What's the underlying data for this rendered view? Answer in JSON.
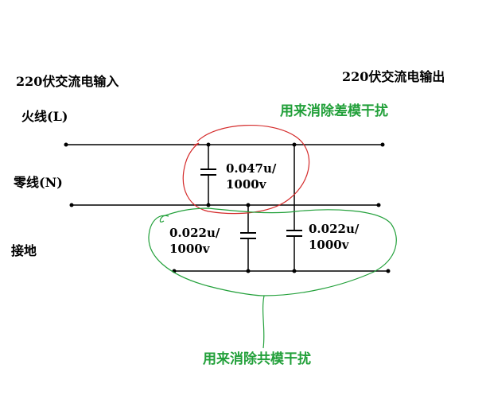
{
  "labels": {
    "ac_input": "220伏交流电输入",
    "ac_output": "220伏交流电输出",
    "live": "火线(L)",
    "neutral": "零线(N)",
    "ground": "接地",
    "diff_mode_note": "用来消除差模干扰",
    "common_mode_note": "用来消除共模干扰"
  },
  "capacitors": {
    "c1": {
      "cap": "0.047u/",
      "volt": "1000v"
    },
    "c2": {
      "cap": "0.022u/",
      "volt": "1000v"
    },
    "c3": {
      "cap": "0.022u/",
      "volt": "1000v"
    }
  },
  "colors": {
    "wire": "#000000",
    "diff_mode_outline": "#d42a2a",
    "common_mode_outline": "#22a03a",
    "annotation_text": "#22a03a"
  }
}
